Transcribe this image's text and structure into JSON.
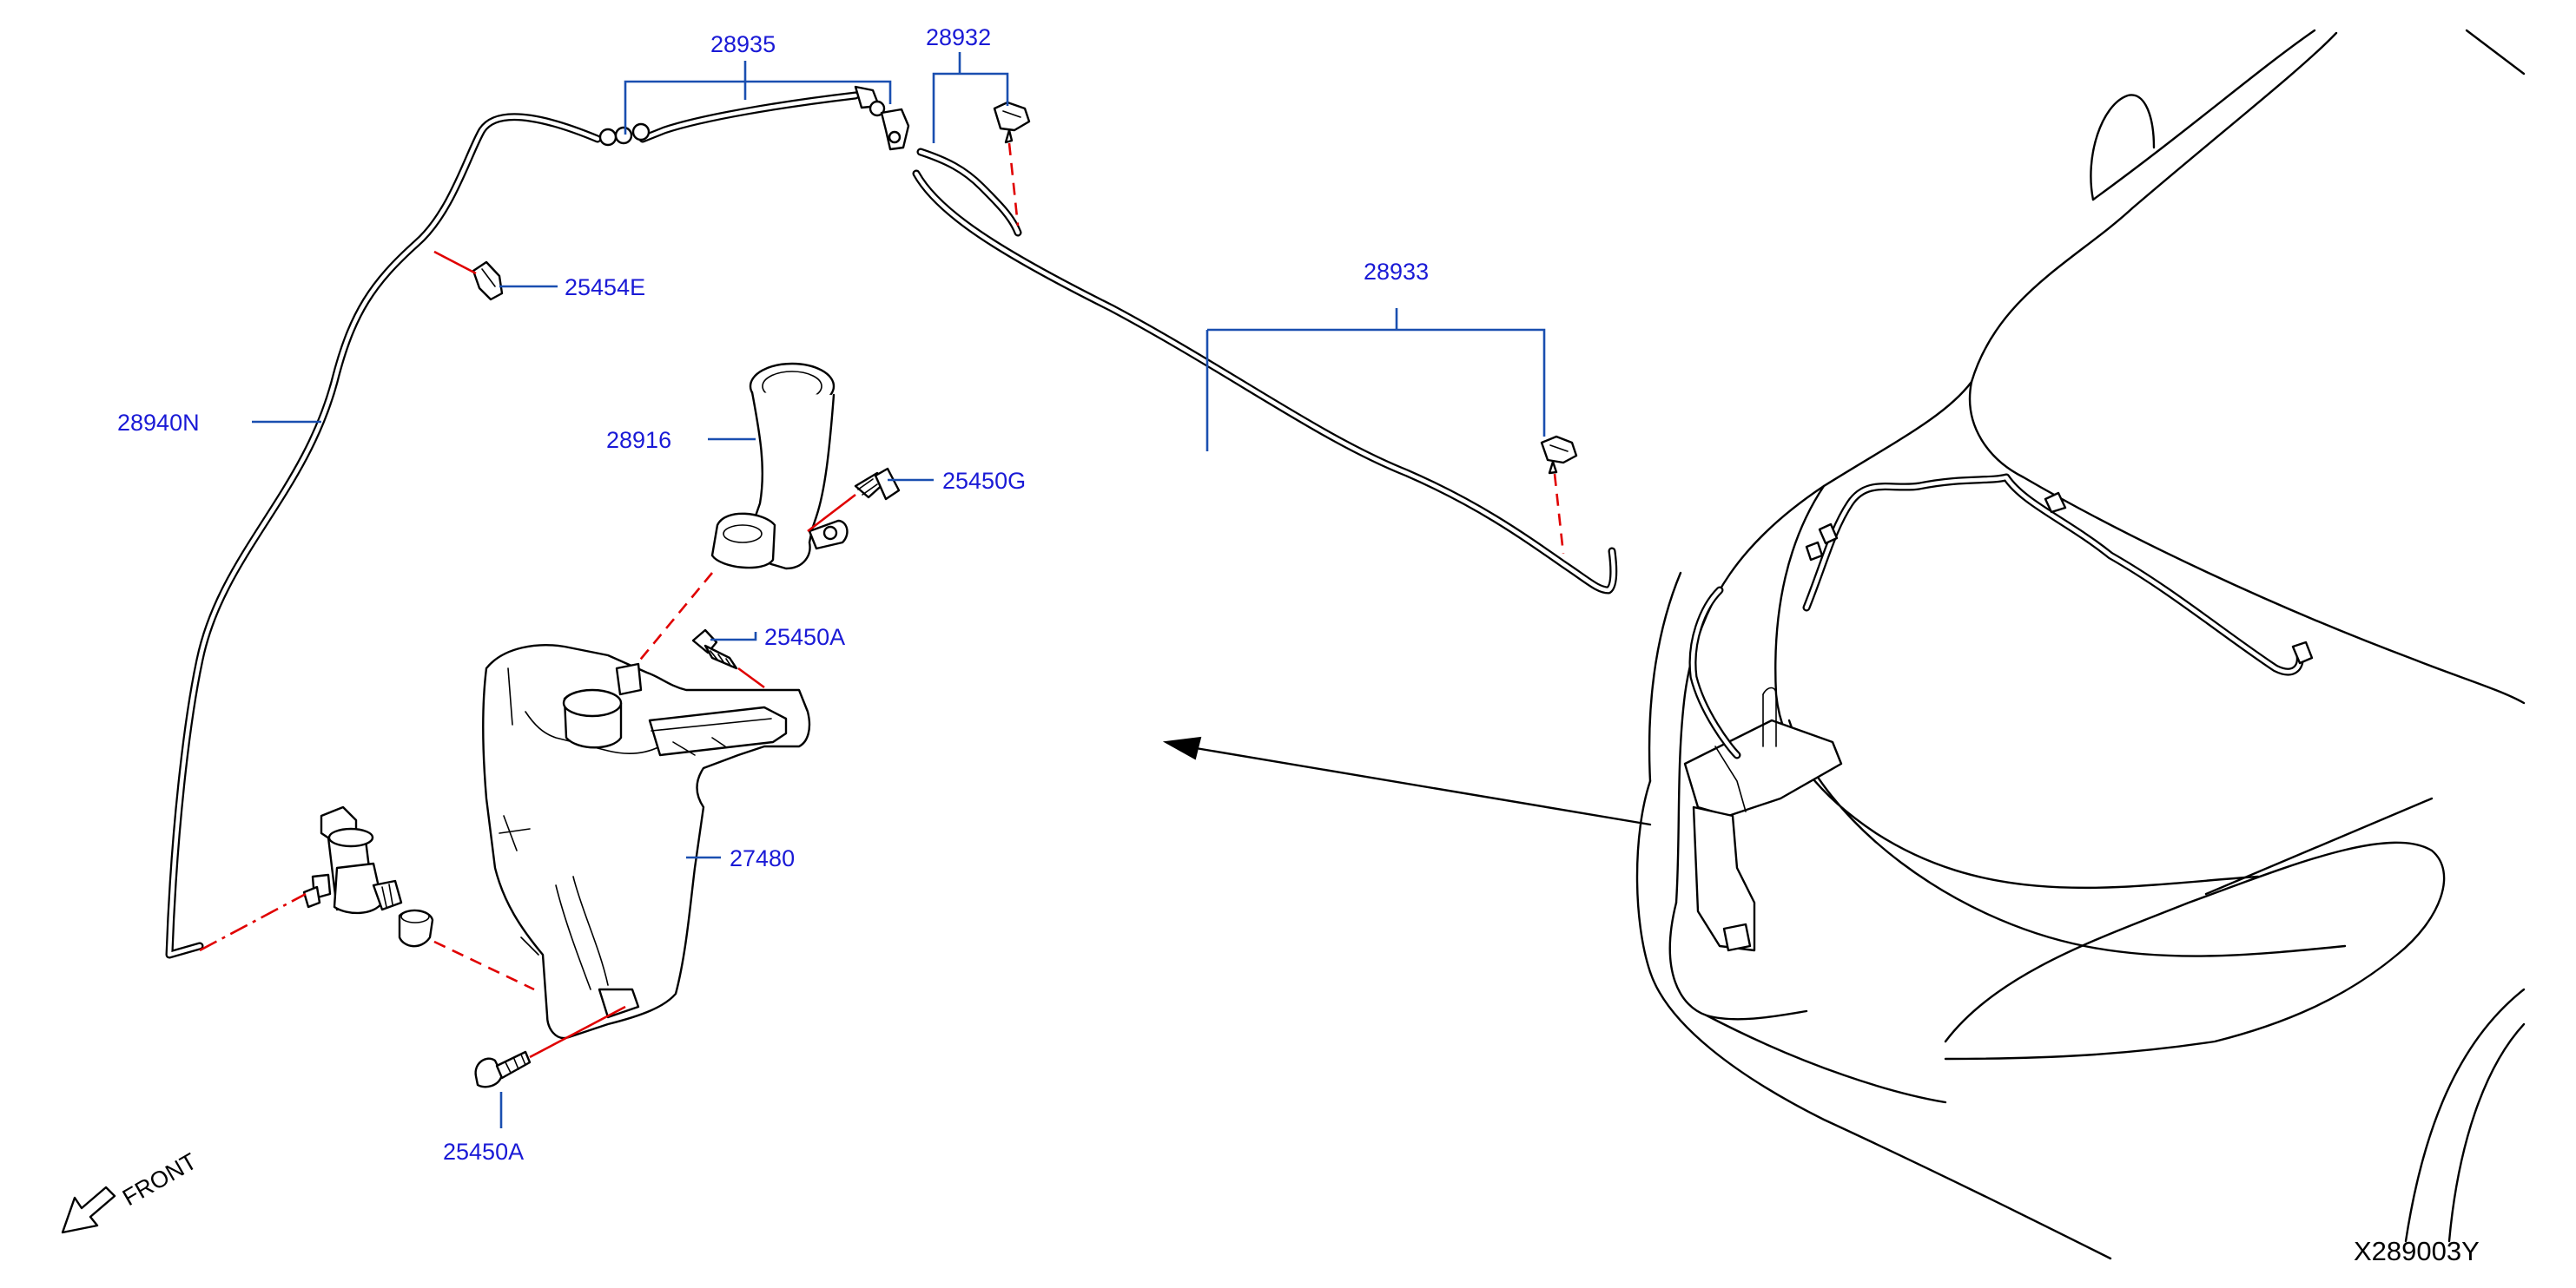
{
  "labels": {
    "p28935": "28935",
    "p28932": "28932",
    "p28933": "28933",
    "p25454E": "25454E",
    "p28940N": "28940N",
    "p28916": "28916",
    "p25450G": "25450G",
    "p25450A_top": "25450A",
    "p27480": "27480",
    "p25450A_bottom": "25450A"
  },
  "front_marker": "FRONT",
  "diagram_ref": "X289003Y",
  "colors": {
    "label_text": "#1a1ad6",
    "leader_line": "#1a4fb0",
    "connection_line": "#e00000",
    "part_outline": "#000000"
  }
}
